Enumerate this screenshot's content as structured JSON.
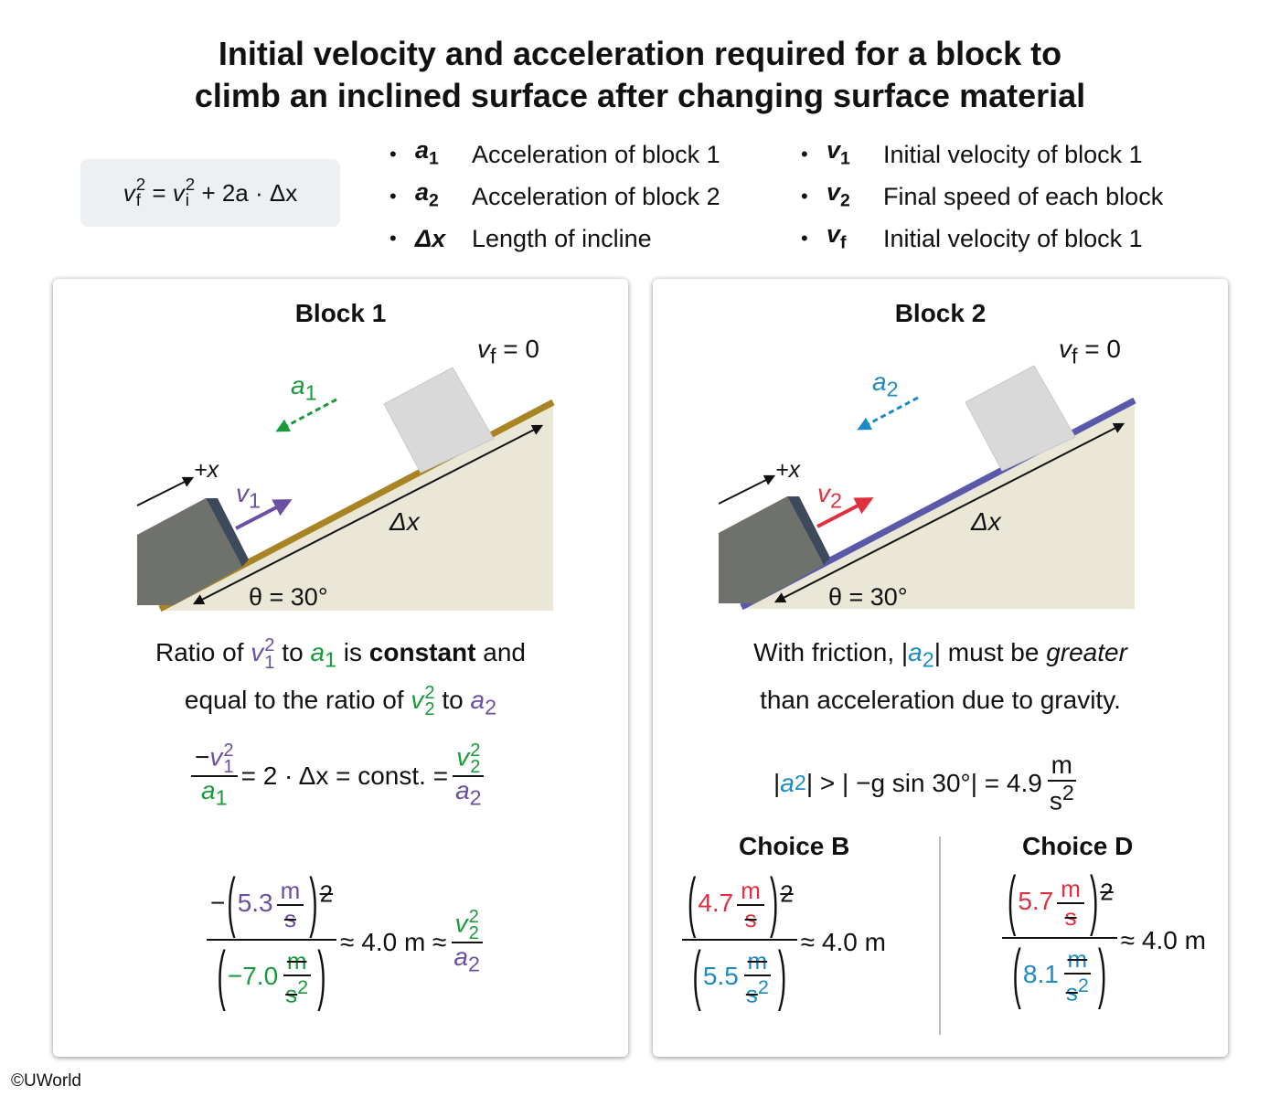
{
  "title": {
    "line1": "Initial velocity and acceleration required for a block to",
    "line2": "climb an inclined surface after changing surface material"
  },
  "formula": {
    "v": "v",
    "f": "f",
    "i": "i",
    "sq": "2",
    "eq": "=",
    "rest": "+ 2a · Δx"
  },
  "legend": {
    "bullet": "•",
    "left": [
      {
        "sym": "a",
        "sub": "1",
        "desc": "Acceleration of block 1"
      },
      {
        "sym": "a",
        "sub": "2",
        "desc": "Acceleration of block 2"
      },
      {
        "sym": "Δx",
        "sub": "",
        "desc": "Length of incline"
      }
    ],
    "right": [
      {
        "sym": "v",
        "sub": "1",
        "desc": "Initial velocity of block 1"
      },
      {
        "sym": "v",
        "sub": "2",
        "desc": "Final speed of each block"
      },
      {
        "sym": "v",
        "sub": "f",
        "desc": "Initial velocity of block 1"
      }
    ]
  },
  "block1": {
    "title": "Block 1",
    "vf_v": "v",
    "vf_sub": "f",
    "vf_val": "= 0",
    "a": "a",
    "a_sub": "1",
    "v": "v",
    "v_sub": "1",
    "plus_x": "+x",
    "dx": "Δx",
    "theta": "θ = 30°",
    "text1a": "Ratio of",
    "text1b": "to",
    "text1c": "is",
    "text1d": "constant",
    "text1e": "and",
    "text2a": "equal to the ratio of",
    "text2b": "to",
    "eq1_minus": "−",
    "eq1_mid": "= 2 · Δx = const. =",
    "num_v1": "5.3",
    "unit_m": "m",
    "unit_s": "s",
    "sq": "2",
    "num_a1": "−7.0",
    "minus": "−",
    "approx": "≈ 4.0 m ≈",
    "two": "2",
    "one": "1"
  },
  "block2": {
    "title": "Block 2",
    "vf_v": "v",
    "vf_sub": "f",
    "vf_val": "= 0",
    "a": "a",
    "a_sub": "2",
    "v": "v",
    "v_sub": "2",
    "plus_x": "+x",
    "dx": "Δx",
    "theta": "θ = 30°",
    "text1a": "With friction,",
    "text1b": "must be",
    "text1c": "greater",
    "text2": "than acceleration due to gravity.",
    "ineq_mid": "> | −g sin 30°| = 4.9",
    "unit_m": "m",
    "unit_s": "s",
    "sq": "2",
    "choice_b": {
      "title": "Choice B",
      "v": "4.7",
      "a": "5.5",
      "result": "≈ 4.0 m"
    },
    "choice_d": {
      "title": "Choice D",
      "v": "5.7",
      "a": "8.1",
      "result": "≈ 4.0 m"
    }
  },
  "copyright": "©UWorld",
  "colors": {
    "purple": "#6b4fa0",
    "green": "#1a9a3a",
    "blue": "#1e8ac4",
    "red": "#e03040"
  }
}
